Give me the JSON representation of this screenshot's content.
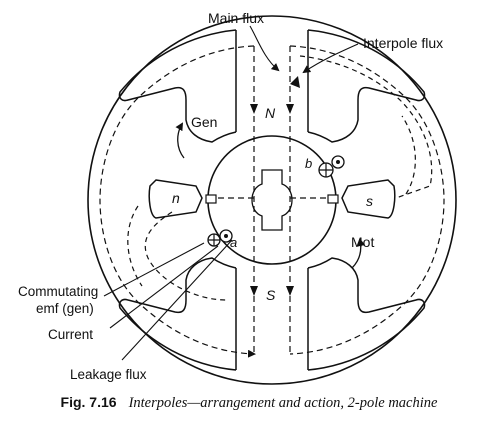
{
  "labels": {
    "main_flux": "Main flux",
    "interpole_flux": "Interpole flux",
    "gen": "Gen",
    "mot": "Mot",
    "north": "N",
    "south": "S",
    "interpole_n": "n",
    "interpole_s": "s",
    "brush_a": "a",
    "brush_b": "b",
    "commutating_emf_line1": "Commutating",
    "commutating_emf_line2": "emf (gen)",
    "current": "Current",
    "leakage_flux": "Leakage flux"
  },
  "caption": {
    "number": "Fig. 7.16",
    "title": "Interpoles—arrangement and action, 2-pole machine"
  }
}
